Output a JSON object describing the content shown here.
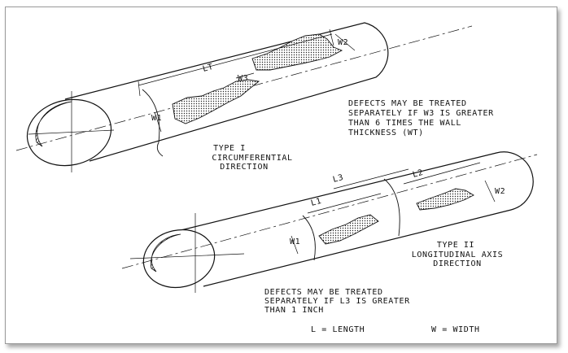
{
  "type1": {
    "title": "TYPE I",
    "line1": "CIRCUMFERENTIAL",
    "line2": "DIRECTION",
    "note": [
      "DEFECTS MAY BE TREATED",
      "SEPARATELY IF W3 IS GREATER",
      "THAN 6 TIMES THE WALL",
      "THICKNESS (WT)"
    ],
    "dim_lt": "LT",
    "dim_w1": "W1",
    "dim_w2": "W2",
    "dim_w3": "W3"
  },
  "type2": {
    "title": "TYPE II",
    "line1": "LONGITUDINAL AXIS",
    "line2": "DIRECTION",
    "note": [
      "DEFECTS MAY BE TREATED",
      "SEPARATELY IF L3 IS GREATER",
      "THAN 1 INCH"
    ],
    "dim_l1": "L1",
    "dim_l2": "L2",
    "dim_l3": "L3",
    "dim_w1": "W1",
    "dim_w2": "W2"
  },
  "legend": {
    "length": "L = LENGTH",
    "width": "W = WIDTH"
  }
}
